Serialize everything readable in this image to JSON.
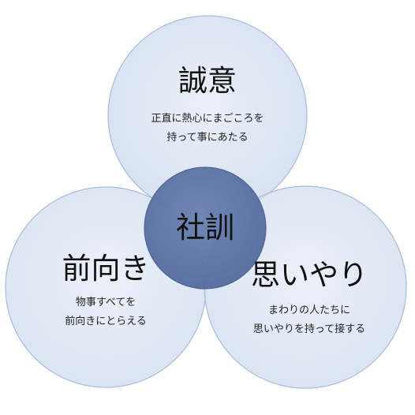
{
  "colors": {
    "outer_fill": "#dde6f2",
    "outer_stroke": "#a9bcd9",
    "center_fill": "#5e75a6",
    "center_stroke": "#4d6596"
  },
  "center": {
    "title": "社訓"
  },
  "circles": {
    "top": {
      "title": "誠意",
      "line1": "正直に熱心にまごころを",
      "line2": "持って事にあたる"
    },
    "left": {
      "title": "前向き",
      "line1": "物事すべてを",
      "line2": "前向きにとらえる"
    },
    "right": {
      "title": "思いやり",
      "line1": "まわりの人たちに",
      "line2": "思いやりを持って接する"
    }
  }
}
